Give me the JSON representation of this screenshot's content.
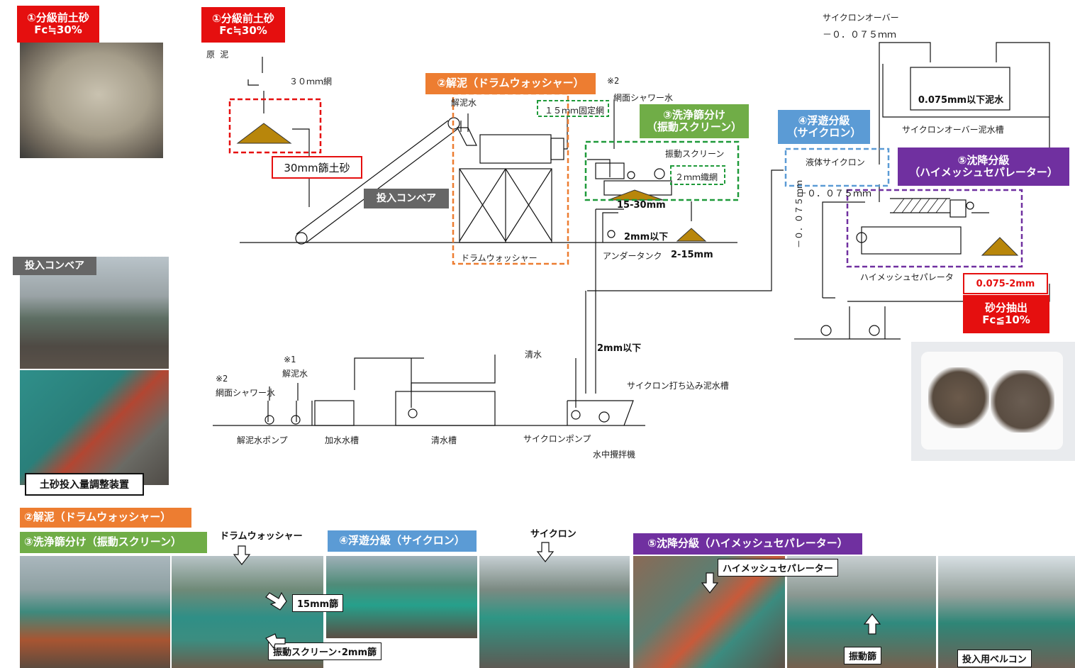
{
  "labels": {
    "pre_sand_tag_1": "①分級前土砂",
    "pre_sand_tag_2": "Fc≒30%",
    "genshi": "原 泥",
    "mesh30": "３０ｍｍ網",
    "sieve30": "30mm篩土砂",
    "conveyor": "投入コンベア",
    "drum_tag": "②解泥（ドラムウォッシャー）",
    "deslurry_water": "解泥水",
    "fixed_mesh": "１５ｍｍ固定網",
    "note2": "※2",
    "mesh_shower": "網面シャワー水",
    "screen_tag_1": "③洗浄篩分け",
    "screen_tag_2": "（振動スクリーン）",
    "vib_screen": "振動スクリーン",
    "mesh2": "２ｍｍ織網",
    "size_15_30": "15-30mm",
    "below_2mm": "2mm以下",
    "size_2_15": "2-15mm",
    "under_tank": "アンダータンク",
    "drum_washer": "ドラムウォッシャー",
    "cyclone_tag_1": "④浮遊分級",
    "cyclone_tag_2": "（サイクロン）",
    "liquid_cyclone": "液体サイクロン",
    "cyclone_over": "サイクロンオーバー",
    "minus_0075": "－０．０７５ｍｍ",
    "plus_0075": "＋０．０７５ｍｍ",
    "minus_0075_v": "－０．０７５ｍｍ",
    "mud_water": "0.075mm以下泥水",
    "over_tank": "サイクロンオーバー泥水槽",
    "separator_tag_1": "⑤沈降分級",
    "separator_tag_2": "（ハイメッシュセパレーター）",
    "hymesh_sep": "ハイメッシュセパレータ",
    "range_0075_2": "0.075-2mm",
    "sand_extract_1": "砂分抽出",
    "sand_extract_2": "Fc≦10%",
    "below_2mm_2": "2mm以下",
    "fresh_water": "清水",
    "note1": "※1",
    "deslurry_water2": "解泥水",
    "note2b": "※2",
    "mesh_shower2": "網面シャワー水",
    "cyclone_feed_tank": "サイクロン打ち込み泥水槽",
    "deslurry_pump": "解泥水ポンプ",
    "add_water_tank": "加水水槽",
    "fresh_water_tank": "清水槽",
    "cyclone_pump": "サイクロンポンプ",
    "underwater_mixer": "水中攪拌機",
    "conveyor_photo": "投入コンベア",
    "feed_adjust": "土砂投入量調整装置"
  },
  "photos": {
    "drum_tag": "②解泥（ドラムウォッシャー）",
    "screen_tag": "③洗浄篩分け（振動スクリーン）",
    "drum_washer_label": "ドラムウォッシャー",
    "mesh15": "15mm篩",
    "vib_2mm": "振動スクリーン･2mm篩",
    "cyclone_tag": "④浮遊分級（サイクロン）",
    "cyclone_label": "サイクロン",
    "separator_tag": "⑤沈降分級（ハイメッシュセパレーター）",
    "hymesh_label": "ハイメッシュセパレーター",
    "vib_sieve": "振動篩",
    "feed_belt": "投入用ベルコン"
  },
  "colors": {
    "red": "#e50f0f",
    "orange": "#ed7d31",
    "green": "#70ad47",
    "blue": "#5b9bd5",
    "purple": "#7030a0",
    "gray": "#666666",
    "sand": "#b8860b"
  }
}
